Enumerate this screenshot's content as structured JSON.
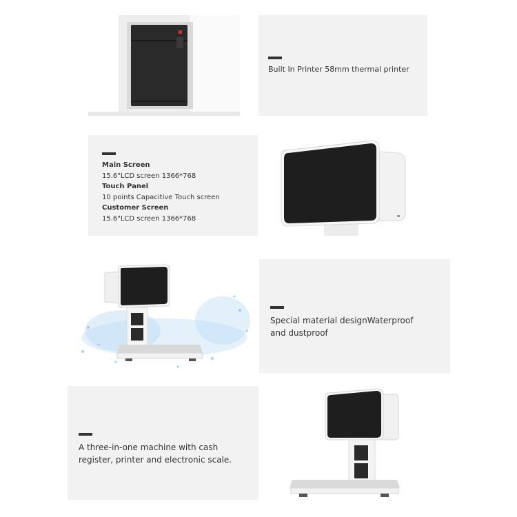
{
  "section1": {
    "caption": "Built In Printer 58mm thermal printer"
  },
  "section2": {
    "specs": [
      {
        "heading": "Main Screen",
        "detail": "15.6\"LCD screen 1366*768"
      },
      {
        "heading": "Touch Panel",
        "detail": "10 points Capacitive Touch screen"
      },
      {
        "heading": "Customer Screen",
        "detail": "15.6\"LCD screen 1366*768"
      }
    ]
  },
  "section3": {
    "caption": "Special material designWaterproof and dustproof"
  },
  "section4": {
    "caption": "A three-in-one machine with cash register, printer and electronic scale."
  },
  "colors": {
    "panel_bg": "#f2f2f2",
    "accent_bar": "#333333",
    "screen_black": "#1e1e1e",
    "device_white": "#f4f4f4",
    "water_blue": "#8fc4e8"
  }
}
